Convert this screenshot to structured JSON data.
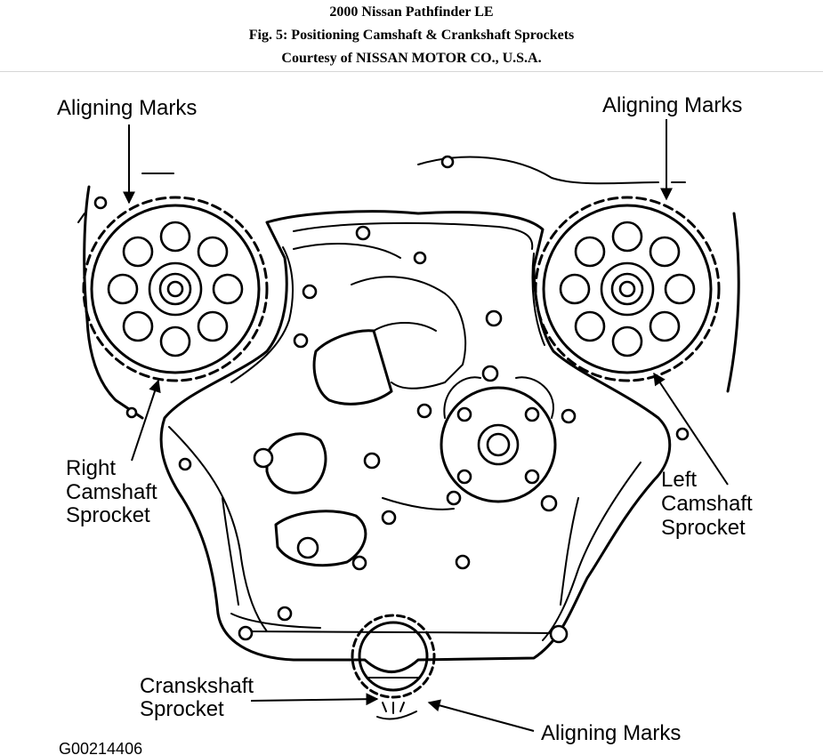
{
  "header": {
    "title": "2000 Nissan Pathfinder LE",
    "figure": "Fig. 5: Positioning Camshaft & Crankshaft Sprockets",
    "courtesy": "Courtesy of NISSAN MOTOR CO., U.S.A."
  },
  "labels": {
    "aligning_left": "Aligning Marks",
    "aligning_right": "Aligning Marks",
    "aligning_bottom": "Aligning Marks",
    "right_cam_1": "Right",
    "right_cam_2": "Camshaft",
    "right_cam_3": "Sprocket",
    "left_cam_1": "Left",
    "left_cam_2": "Camshaft",
    "left_cam_3": "Sprocket",
    "crank_1": "Cranskshaft",
    "crank_2": "Sprocket"
  },
  "figure_code": "G00214406"
}
